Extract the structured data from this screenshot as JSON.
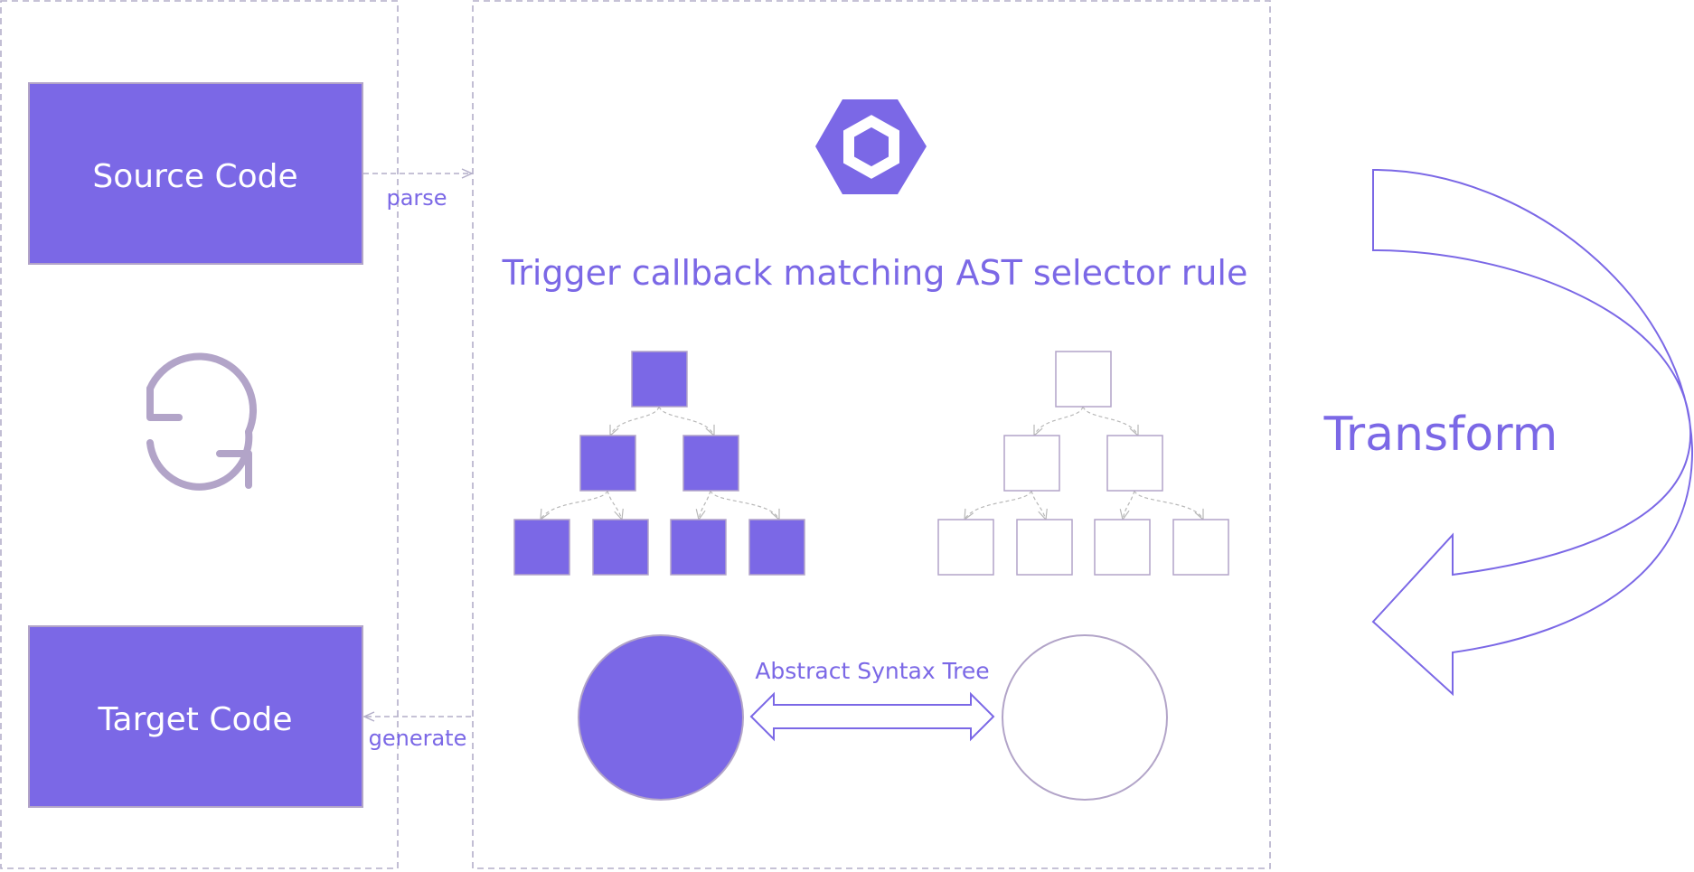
{
  "colors": {
    "accent": "#7b68e6",
    "muted": "#b2a4c8",
    "dashed": "#b3aec9",
    "edge": "#c0c0c0"
  },
  "nodes": {
    "source_code": "Source Code",
    "target_code": "Target Code"
  },
  "edges": {
    "parse": "parse",
    "generate": "generate"
  },
  "title": "Trigger callback matching AST selector rule",
  "transform": "Transform",
  "ast_label": "Abstract Syntax Tree",
  "icons": [
    "eslint-hexagon-icon",
    "refresh-icon",
    "transform-curved-arrow-icon",
    "double-headed-arrow-icon"
  ]
}
